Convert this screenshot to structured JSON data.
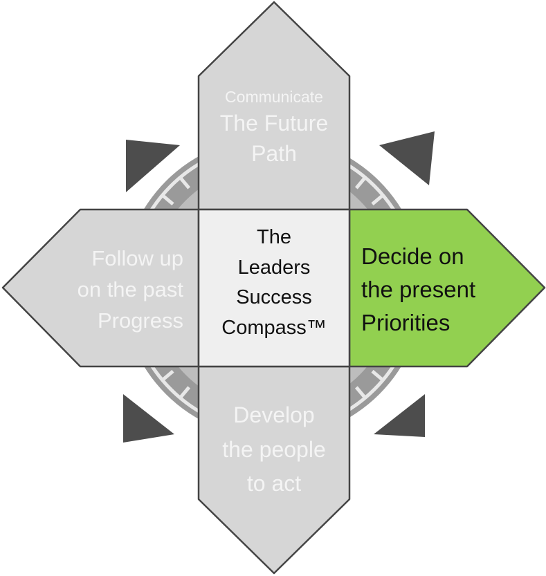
{
  "center": {
    "lines": [
      "The",
      "Leaders",
      "Success",
      "Compass™"
    ]
  },
  "top": {
    "small": "Communicate",
    "lines": [
      "The Future",
      "Path"
    ]
  },
  "left": {
    "lines": [
      "Follow up",
      "on the past",
      "Progress"
    ]
  },
  "right": {
    "lines": [
      "Decide on",
      "the present",
      "Priorities"
    ]
  },
  "bottom": {
    "lines": [
      "Develop",
      "the people",
      "to act"
    ]
  },
  "colors": {
    "arrow_fill": "#d6d6d6",
    "arrow_stroke": "#444444",
    "highlight": "#92d050",
    "center_fill": "#efefef",
    "dial_outer": "#9a9a9a",
    "dial_inner": "#bdbdbd",
    "pointer": "#4d4d4d"
  }
}
